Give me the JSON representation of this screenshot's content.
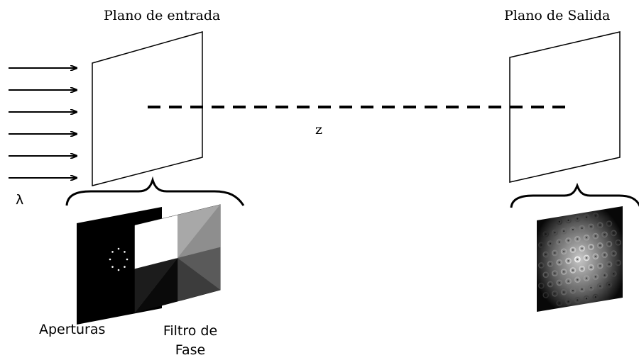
{
  "labels": {
    "input_plane": "Plano de entrada",
    "output_plane": "Plano de Salida",
    "distance": "z",
    "wavelength": "λ",
    "apertures": "Aperturas",
    "phase_filter": "Filtro de Fase"
  },
  "diagram": {
    "incident_rays": 6,
    "phase_filter_sectors": 8,
    "aperture_holes": 8,
    "colors": {
      "stroke": "#000000",
      "aperture_mask": "#000000",
      "aperture_hole": "#ffffff"
    },
    "phase_filter_sector_grays": [
      "#ffffff",
      "#d6d6d6",
      "#a8a8a8",
      "#8e8e8e",
      "#5a5a5a",
      "#3c3c3c",
      "#1c1c1c",
      "#0a0a0a"
    ]
  }
}
